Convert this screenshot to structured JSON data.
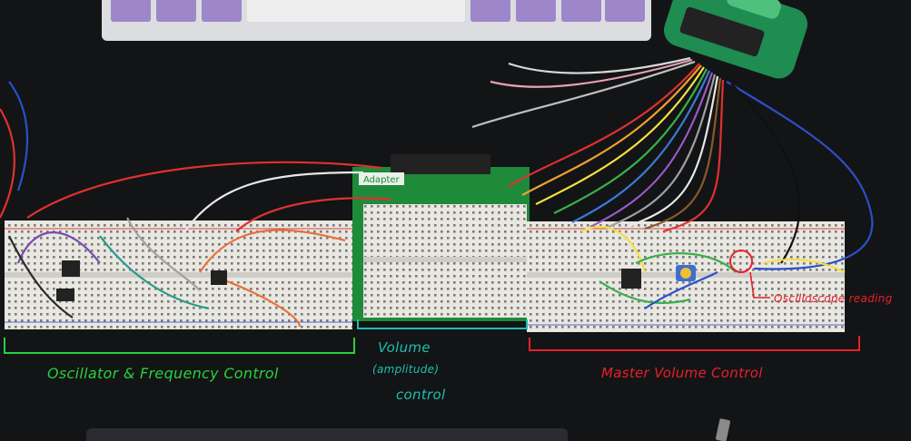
{
  "labels": {
    "oscillator": "Oscillator & Frequency Control",
    "volume_line1": "Volume",
    "volume_line2": "(amplitude)",
    "volume_line3": "control",
    "master": "Master Volume Control",
    "scope": "Oscilloscope reading"
  },
  "adapter_text": "Adapter",
  "colors": {
    "green_annotation": "#29d13a",
    "teal_annotation": "#1cc0b0",
    "red_annotation": "#e8202a",
    "breadboard": "#e9e7e2",
    "pcb": "#1e8a3a",
    "keyboard_keys": "#9d86c9",
    "analyzer": "#1f8c52"
  }
}
